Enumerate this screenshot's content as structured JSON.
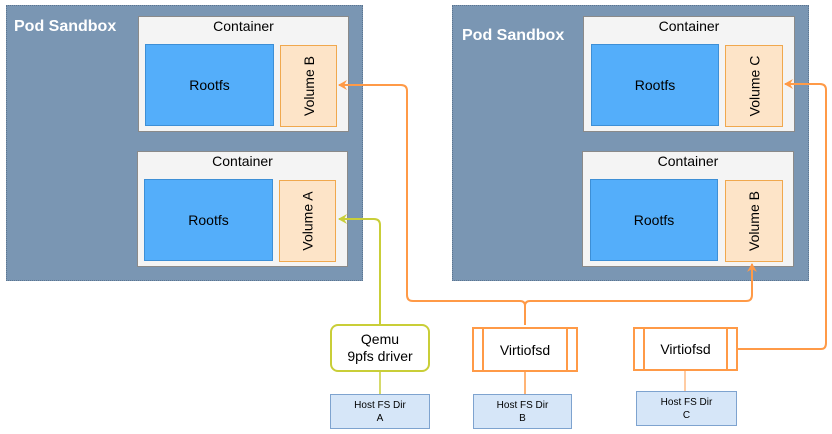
{
  "pods": [
    {
      "title": "Pod Sandbox",
      "containers": [
        {
          "title": "Container",
          "rootfs": "Rootfs",
          "volume": "Volume B"
        },
        {
          "title": "Container",
          "rootfs": "Rootfs",
          "volume": "Volume A"
        }
      ]
    },
    {
      "title": "Pod Sandbox",
      "containers": [
        {
          "title": "Container",
          "rootfs": "Rootfs",
          "volume": "Volume C"
        },
        {
          "title": "Container",
          "rootfs": "Rootfs",
          "volume": "Volume B"
        }
      ]
    }
  ],
  "drivers": {
    "qemu": {
      "line1": "Qemu",
      "line2": "9pfs driver"
    },
    "virtiofsd_b": {
      "label": "Virtiofsd"
    },
    "virtiofsd_c": {
      "label": "Virtiofsd"
    }
  },
  "host_dirs": [
    {
      "line1": "Host FS Dir",
      "line2": "A"
    },
    {
      "line1": "Host FS Dir",
      "line2": "B"
    },
    {
      "line1": "Host FS Dir",
      "line2": "C"
    }
  ],
  "colors": {
    "pod": "#7a96b3",
    "rootfs": "#54aefa",
    "volume": "#fde4c8",
    "virtiofs_line": "#ff9a47",
    "ninep_line": "#c9ce38",
    "host_dir": "#d6e6f8"
  }
}
